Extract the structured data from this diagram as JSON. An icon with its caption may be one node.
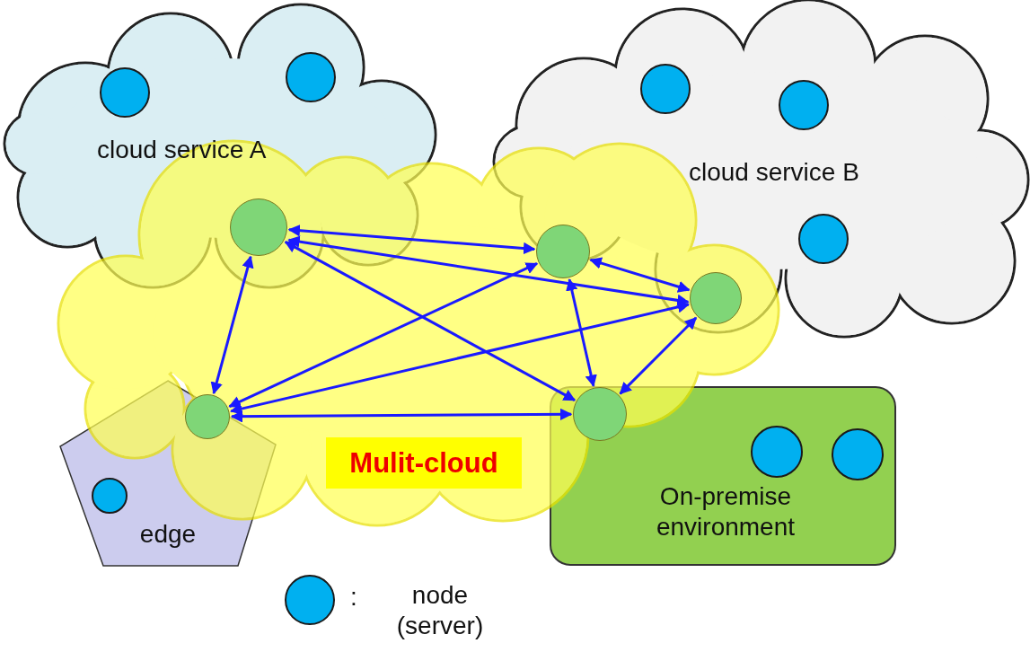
{
  "diagram": {
    "nodes": [
      {
        "text": [
          "cloud service A"
        ]
      },
      {
        "text": [],
        "shape": "circle",
        "in": 0
      },
      {
        "text": [],
        "shape": "circle",
        "in": 0
      },
      {
        "text": [
          "cloud service B"
        ]
      },
      {
        "text": [],
        "shape": "circle",
        "in": 3
      },
      {
        "text": [],
        "shape": "circle",
        "in": 3
      },
      {
        "text": [],
        "shape": "circle",
        "in": 3
      },
      {
        "text": [
          "Mulit-cloud"
        ]
      },
      {
        "text": [],
        "shape": "circle",
        "in": 7
      },
      {
        "text": [],
        "shape": "circle"
      },
      {
        "text": [],
        "shape": "circle"
      },
      {
        "text": [],
        "shape": "circle"
      },
      {
        "text": [],
        "shape": "circle"
      },
      {
        "text": [
          "edge"
        ]
      },
      {
        "text": [],
        "shape": "circle"
      },
      {
        "text": [
          "On-premise environment"
        ]
      },
      {
        "text": [],
        "shape": "circle",
        "in": 15
      },
      {
        "text": [],
        "shape": "circle",
        "in": 15
      }
    ],
    "edges": [
      {
        "from": 8,
        "to": 9,
        "arrow": "both"
      },
      {
        "from": 8,
        "to": 10,
        "arrow": "both"
      },
      {
        "from": 8,
        "to": 12,
        "arrow": "both"
      },
      {
        "from": 8,
        "to": 11,
        "arrow": "both"
      },
      {
        "from": 9,
        "to": 10,
        "arrow": "both"
      },
      {
        "from": 9,
        "to": 11,
        "arrow": "both"
      },
      {
        "from": 9,
        "to": 12,
        "arrow": "both"
      },
      {
        "from": 10,
        "to": 11,
        "arrow": "both"
      },
      {
        "from": 10,
        "to": 12,
        "arrow": "both"
      },
      {
        "from": 11,
        "to": 12,
        "arrow": "both"
      }
    ],
    "labels": [
      ":"
    ],
    "legend": [
      {
        "text": "node (server)"
      }
    ]
  }
}
